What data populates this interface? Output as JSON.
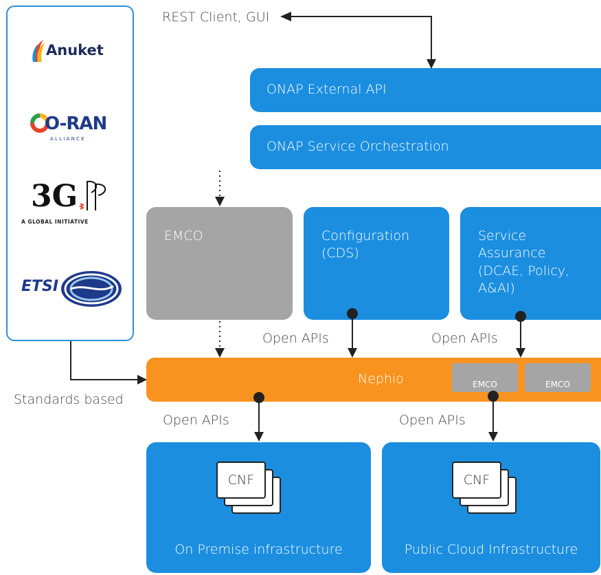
{
  "top": {
    "client_label": "REST Client, GUI"
  },
  "onap": {
    "external_api": "ONAP External API",
    "service_orchestration": "ONAP Service Orchestration"
  },
  "middle": {
    "emco": "EMCO",
    "configuration": [
      "Configuration",
      "(CDS)"
    ],
    "service_assurance": [
      "Service",
      "Assurance",
      "(DCAE, Policy,",
      "A&AI)"
    ]
  },
  "captions": {
    "open_apis_config": "Open APIs",
    "open_apis_assurance": "Open APIs",
    "open_apis_onprem": "Open APIs",
    "open_apis_cloud": "Open APIs",
    "standards_based": "Standards based"
  },
  "nephio": {
    "label": "Nephio",
    "chips": [
      "EMCO",
      "EMCO"
    ]
  },
  "infra": {
    "on_premise": {
      "title": "On Premise infrastructure",
      "cnf": "CNF"
    },
    "public_cloud": {
      "title": "Public Cloud Infrastructure",
      "cnf": "CNF"
    }
  },
  "standards": {
    "anuket": "Anuket",
    "oran": "O-RAN",
    "oran_sub": "A L L I A N C E",
    "tgpp_sub": "A GLOBAL INITIATIVE",
    "etsi": "ETSI"
  },
  "colors": {
    "blue": "#1b8ee0",
    "gray": "#a5a5a5",
    "orange": "#f7931e"
  }
}
